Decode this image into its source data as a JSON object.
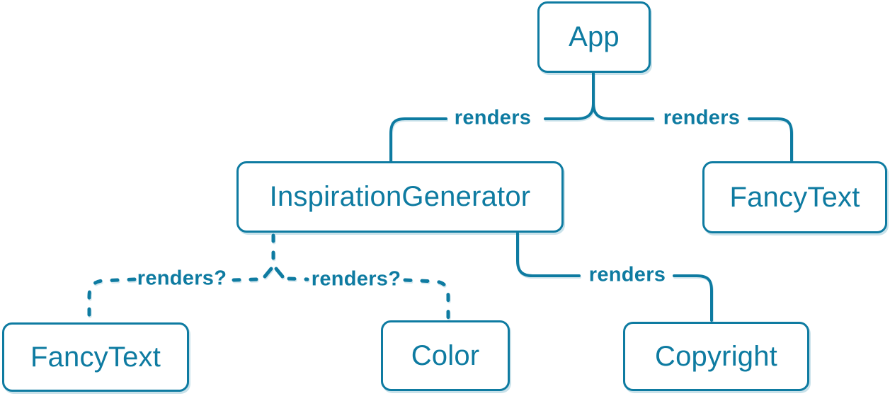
{
  "diagram": {
    "type": "component-render-tree",
    "accent_color": "#0e7ba1",
    "node_fill": "#ffffff",
    "nodes": [
      {
        "id": "app",
        "label": "App"
      },
      {
        "id": "inspiration-generator",
        "label": "InspirationGenerator"
      },
      {
        "id": "fancy-text-top",
        "label": "FancyText"
      },
      {
        "id": "fancy-text-left",
        "label": "FancyText"
      },
      {
        "id": "color",
        "label": "Color"
      },
      {
        "id": "copyright",
        "label": "Copyright"
      }
    ],
    "edges": [
      {
        "from": "App",
        "to": "InspirationGenerator",
        "label": "renders",
        "style": "solid"
      },
      {
        "from": "App",
        "to": "FancyText",
        "label": "renders",
        "style": "solid"
      },
      {
        "from": "InspirationGenerator",
        "to": "FancyText",
        "label": "renders?",
        "style": "dashed"
      },
      {
        "from": "InspirationGenerator",
        "to": "Color",
        "label": "renders?",
        "style": "dashed"
      },
      {
        "from": "InspirationGenerator",
        "to": "Copyright",
        "label": "renders",
        "style": "solid"
      }
    ]
  }
}
